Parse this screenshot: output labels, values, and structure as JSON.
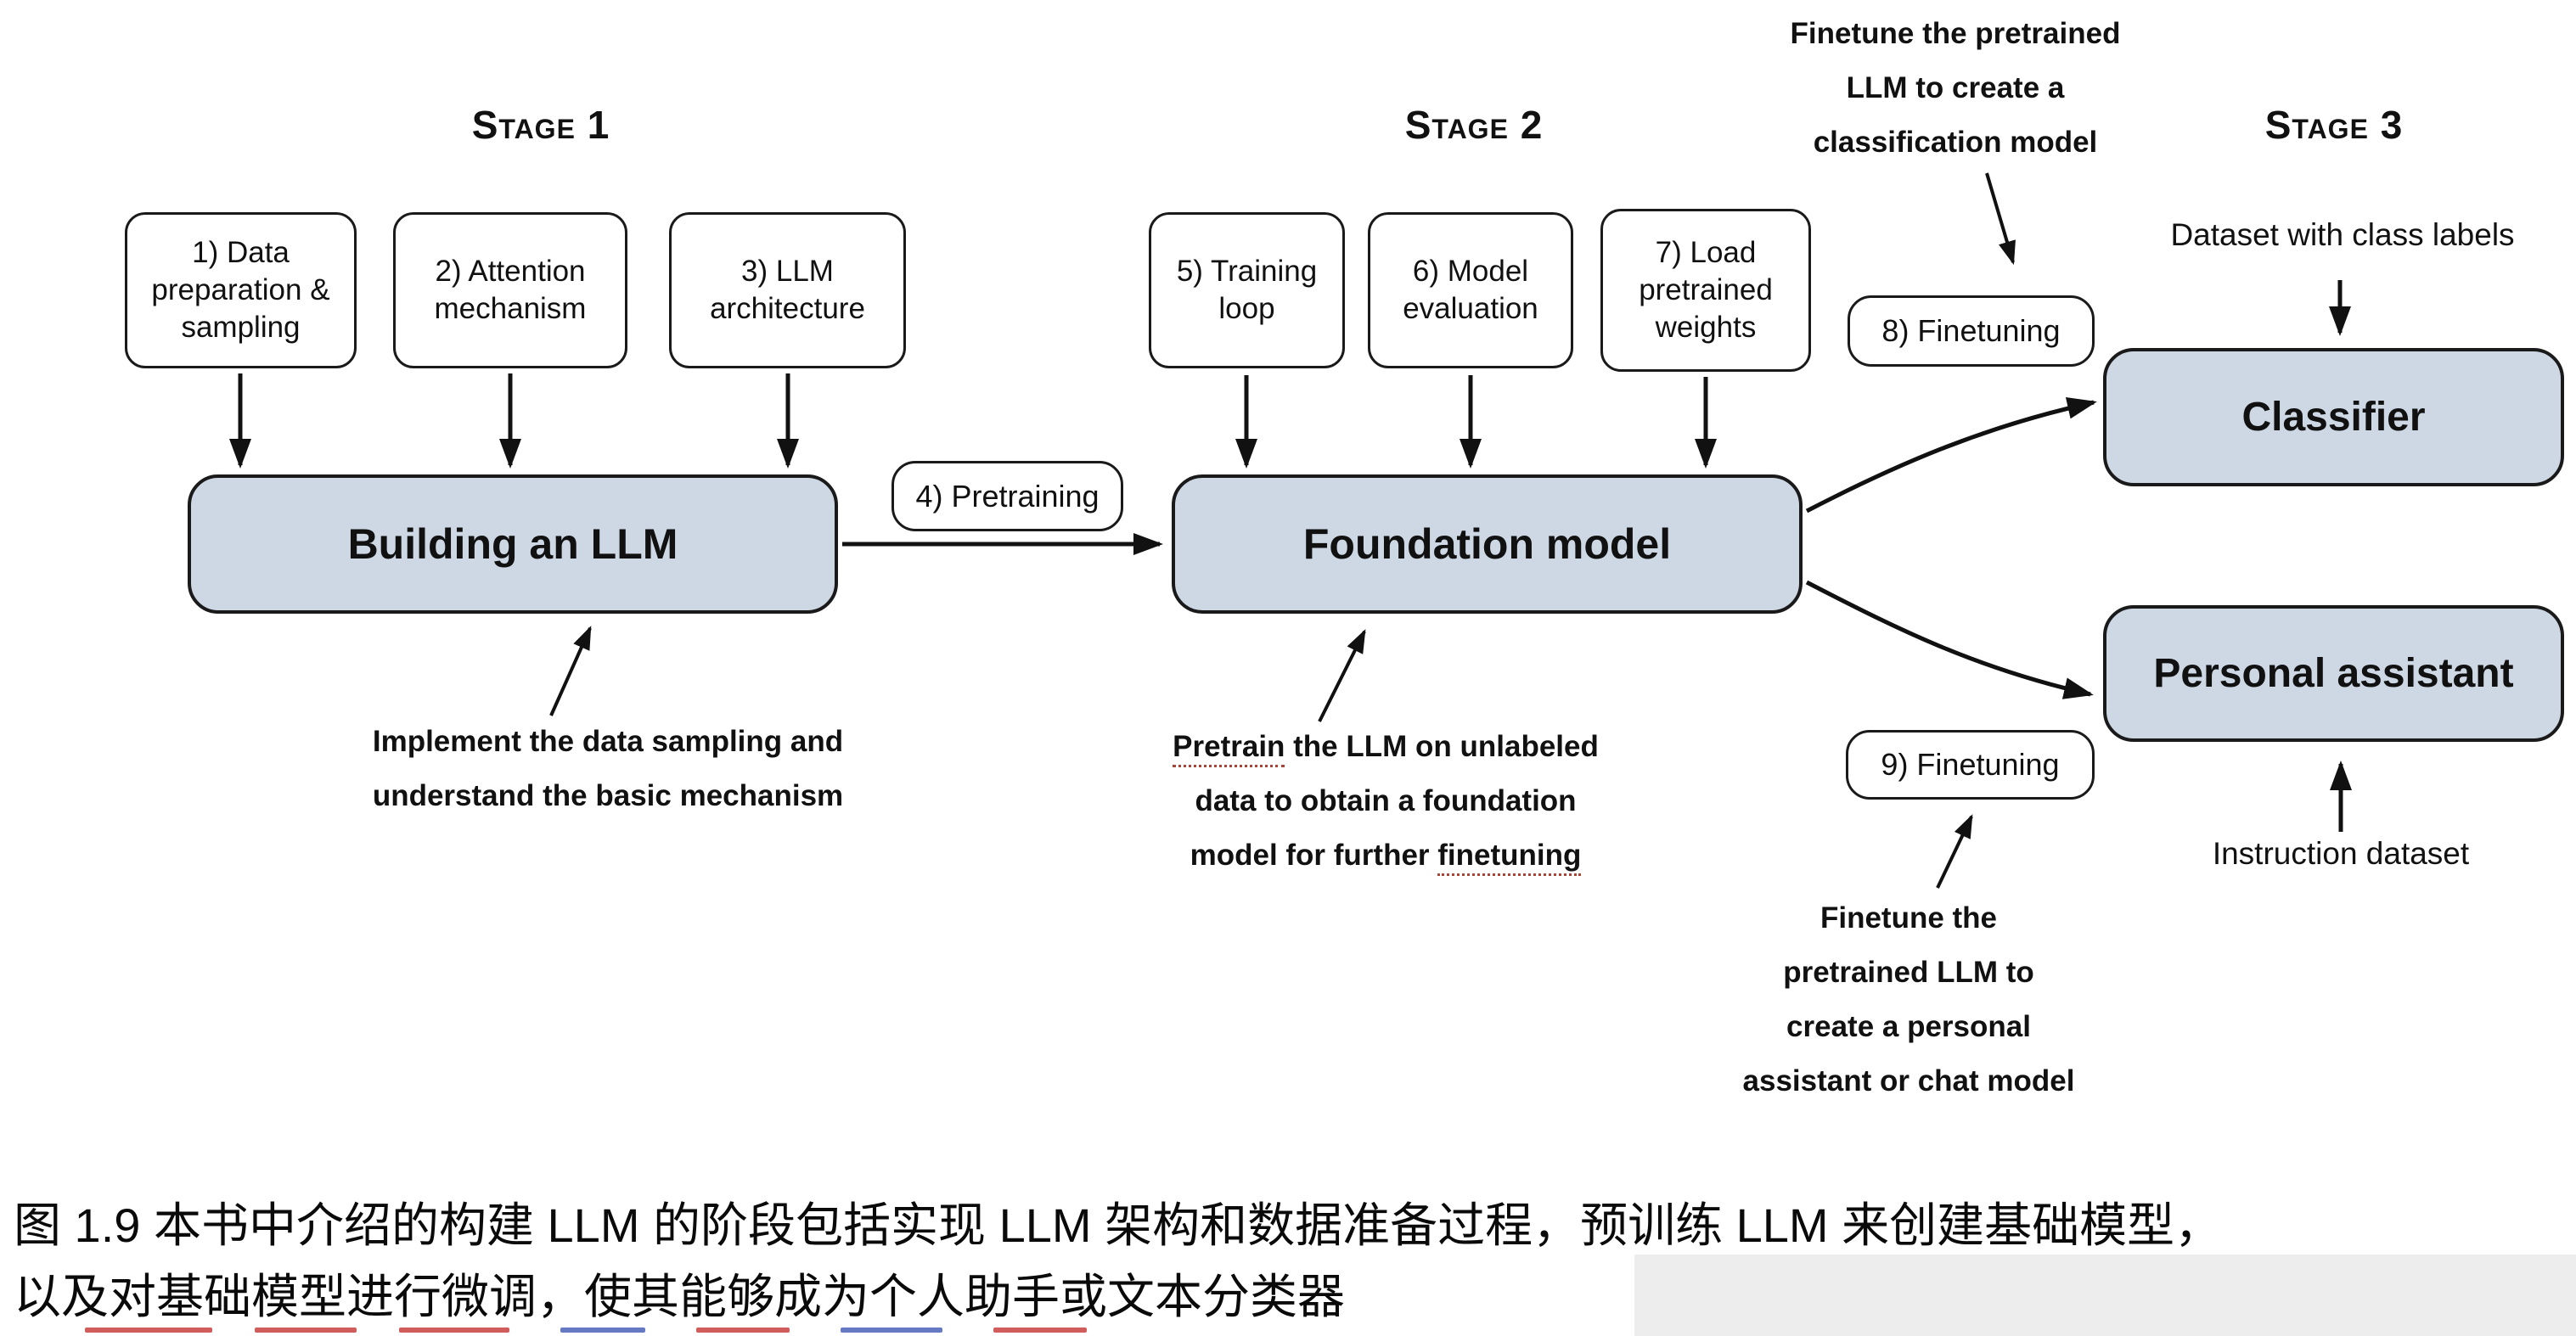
{
  "stage1": {
    "label": "Stage 1",
    "step1": "1) Data preparation & sampling",
    "step2": "2) Attention mechanism",
    "step3": "3) LLM architecture",
    "building_box": "Building an LLM",
    "note_line1": "Implement the data sampling and",
    "note_line2": "understand the basic mechanism"
  },
  "transition": {
    "pretraining": "4) Pretraining"
  },
  "stage2": {
    "label": "Stage 2",
    "step5": "5) Training loop",
    "step6": "6) Model evaluation",
    "step7": "7) Load pretrained weights",
    "foundation_box": "Foundation model",
    "note_word1": "Pretrain",
    "note_line1_rest": " the LLM on unlabeled",
    "note_line2": "data to obtain a foundation",
    "note_line3_rest": "model for further ",
    "note_word2": "finetuning"
  },
  "stage3": {
    "label": "Stage 3",
    "finetuning8": "8) Finetuning",
    "finetuning9": "9) Finetuning",
    "classifier_box": "Classifier",
    "assistant_box": "Personal assistant",
    "dataset_class_labels": "Dataset with class labels",
    "instruction_dataset": "Instruction dataset",
    "note_top_line1": "Finetune the pretrained",
    "note_top_line2": "LLM to create a",
    "note_top_line3": "classification model",
    "note_bottom_line1": "Finetune the",
    "note_bottom_line2": "pretrained LLM to",
    "note_bottom_line3": "create a personal",
    "note_bottom_line4": "assistant or chat model"
  },
  "caption": {
    "line1": "图 1.9 本书中介绍的构建 LLM 的阶段包括实现 LLM 架构和数据准备过程，预训练 LLM 来创建基础模型，",
    "line2": "以及对基础模型进行微调，使其能够成为个人助手或文本分类器"
  },
  "colors": {
    "box_fill": "#cdd8e4",
    "line_color": "#111111"
  }
}
